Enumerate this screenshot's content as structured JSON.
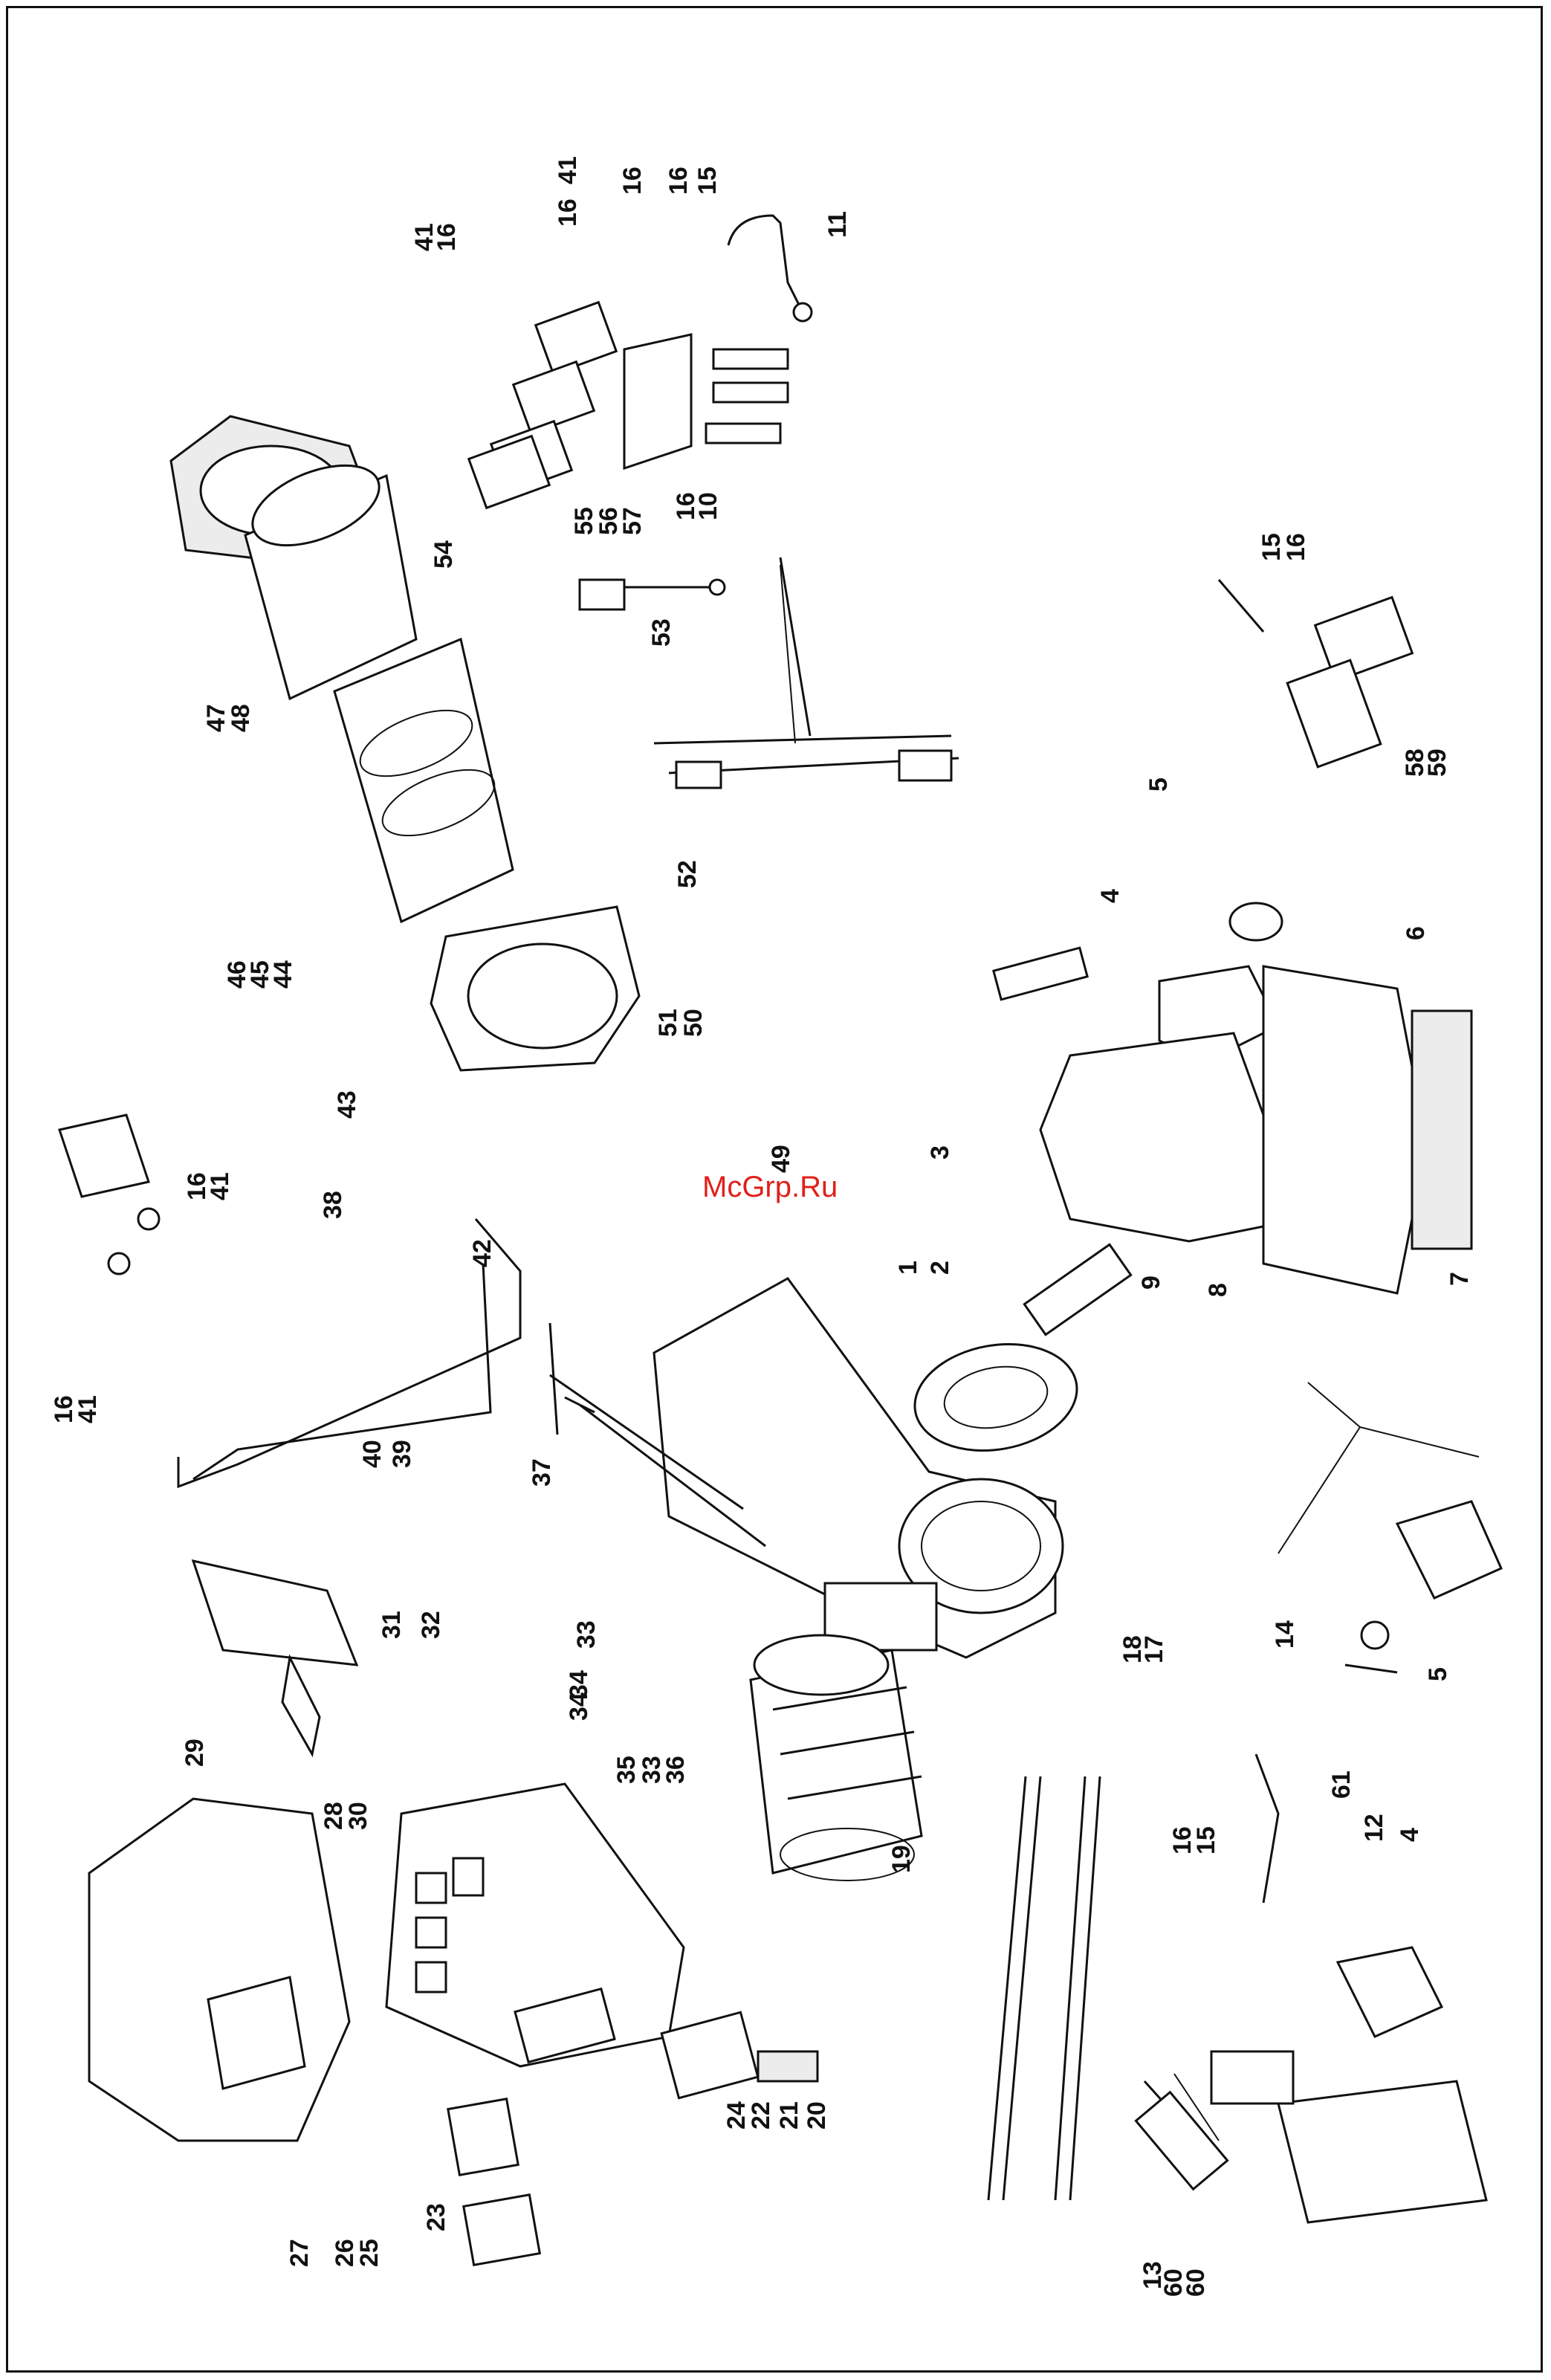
{
  "watermark": "McGrp.Ru",
  "callouts": [
    {
      "id": "c41a",
      "text": "41"
    },
    {
      "id": "c16a",
      "text": "16"
    },
    {
      "id": "c16b",
      "text": "16"
    },
    {
      "id": "c16c",
      "text": "16"
    },
    {
      "id": "c15a",
      "text": "15"
    },
    {
      "id": "c11",
      "text": "11"
    },
    {
      "id": "c41b",
      "text": "41"
    },
    {
      "id": "c16d",
      "text": "16"
    },
    {
      "id": "c54",
      "text": "54"
    },
    {
      "id": "c55",
      "text": "55"
    },
    {
      "id": "c56",
      "text": "56"
    },
    {
      "id": "c57",
      "text": "57"
    },
    {
      "id": "c53",
      "text": "53"
    },
    {
      "id": "c16e",
      "text": "16"
    },
    {
      "id": "c10",
      "text": "10"
    },
    {
      "id": "c47",
      "text": "47"
    },
    {
      "id": "c48",
      "text": "48"
    },
    {
      "id": "c52",
      "text": "52"
    },
    {
      "id": "c15b",
      "text": "15"
    },
    {
      "id": "c16f",
      "text": "16"
    },
    {
      "id": "c58",
      "text": "58"
    },
    {
      "id": "c59",
      "text": "59"
    },
    {
      "id": "c5a",
      "text": "5"
    },
    {
      "id": "c46",
      "text": "46"
    },
    {
      "id": "c45",
      "text": "45"
    },
    {
      "id": "c44",
      "text": "44"
    },
    {
      "id": "c51",
      "text": "51"
    },
    {
      "id": "c50",
      "text": "50"
    },
    {
      "id": "c4a",
      "text": "4"
    },
    {
      "id": "c6",
      "text": "6"
    },
    {
      "id": "c43",
      "text": "43"
    },
    {
      "id": "c3",
      "text": "3"
    },
    {
      "id": "c49",
      "text": "49"
    },
    {
      "id": "c38",
      "text": "38"
    },
    {
      "id": "c16g",
      "text": "16"
    },
    {
      "id": "c41c",
      "text": "41"
    },
    {
      "id": "c42",
      "text": "42"
    },
    {
      "id": "c1",
      "text": "1"
    },
    {
      "id": "c2",
      "text": "2"
    },
    {
      "id": "c9",
      "text": "9"
    },
    {
      "id": "c8",
      "text": "8"
    },
    {
      "id": "c7",
      "text": "7"
    },
    {
      "id": "c16h",
      "text": "16"
    },
    {
      "id": "c41d",
      "text": "41"
    },
    {
      "id": "c40",
      "text": "40"
    },
    {
      "id": "c39",
      "text": "39"
    },
    {
      "id": "c37",
      "text": "37"
    },
    {
      "id": "c31",
      "text": "31"
    },
    {
      "id": "c32",
      "text": "32"
    },
    {
      "id": "c33a",
      "text": "33"
    },
    {
      "id": "c34a",
      "text": "34"
    },
    {
      "id": "c29",
      "text": "29"
    },
    {
      "id": "c34b",
      "text": "34"
    },
    {
      "id": "c35",
      "text": "35"
    },
    {
      "id": "c33b",
      "text": "33"
    },
    {
      "id": "c36",
      "text": "36"
    },
    {
      "id": "c28",
      "text": "28"
    },
    {
      "id": "c30",
      "text": "30"
    },
    {
      "id": "c18",
      "text": "18"
    },
    {
      "id": "c17",
      "text": "17"
    },
    {
      "id": "c14",
      "text": "14"
    },
    {
      "id": "c5b",
      "text": "5"
    },
    {
      "id": "c19",
      "text": "19"
    },
    {
      "id": "c16i",
      "text": "16"
    },
    {
      "id": "c15c",
      "text": "15"
    },
    {
      "id": "c61",
      "text": "61"
    },
    {
      "id": "c12",
      "text": "12"
    },
    {
      "id": "c4b",
      "text": "4"
    },
    {
      "id": "c27",
      "text": "27"
    },
    {
      "id": "c26",
      "text": "26"
    },
    {
      "id": "c25",
      "text": "25"
    },
    {
      "id": "c23",
      "text": "23"
    },
    {
      "id": "c24",
      "text": "24"
    },
    {
      "id": "c22",
      "text": "22"
    },
    {
      "id": "c21",
      "text": "21"
    },
    {
      "id": "c20",
      "text": "20"
    },
    {
      "id": "c13",
      "text": "13"
    },
    {
      "id": "c60a",
      "text": "60"
    },
    {
      "id": "c60b",
      "text": "60"
    }
  ]
}
